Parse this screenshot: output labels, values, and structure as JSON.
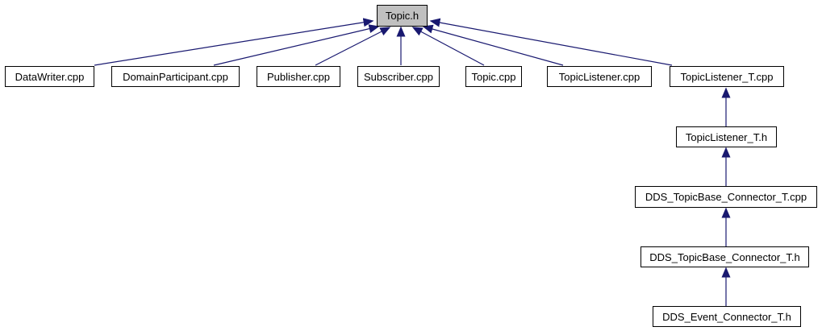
{
  "diagram": {
    "type": "include-dependency-graph",
    "root": "Topic.h",
    "nodes": {
      "topic_h": {
        "label": "Topic.h"
      },
      "datawriter_cpp": {
        "label": "DataWriter.cpp"
      },
      "domainparticipant_cpp": {
        "label": "DomainParticipant.cpp"
      },
      "publisher_cpp": {
        "label": "Publisher.cpp"
      },
      "subscriber_cpp": {
        "label": "Subscriber.cpp"
      },
      "topic_cpp": {
        "label": "Topic.cpp"
      },
      "topiclistener_cpp": {
        "label": "TopicListener.cpp"
      },
      "topiclistener_t_cpp": {
        "label": "TopicListener_T.cpp"
      },
      "topiclistener_t_h": {
        "label": "TopicListener_T.h"
      },
      "dds_topicbase_connector_t_cpp": {
        "label": "DDS_TopicBase_Connector_T.cpp"
      },
      "dds_topicbase_connector_t_h": {
        "label": "DDS_TopicBase_Connector_T.h"
      },
      "dds_event_connector_t_h": {
        "label": "DDS_Event_Connector_T.h"
      }
    },
    "edges": [
      {
        "from": "DataWriter.cpp",
        "to": "Topic.h"
      },
      {
        "from": "DomainParticipant.cpp",
        "to": "Topic.h"
      },
      {
        "from": "Publisher.cpp",
        "to": "Topic.h"
      },
      {
        "from": "Subscriber.cpp",
        "to": "Topic.h"
      },
      {
        "from": "Topic.cpp",
        "to": "Topic.h"
      },
      {
        "from": "TopicListener.cpp",
        "to": "Topic.h"
      },
      {
        "from": "TopicListener_T.cpp",
        "to": "Topic.h"
      },
      {
        "from": "TopicListener_T.h",
        "to": "TopicListener_T.cpp"
      },
      {
        "from": "DDS_TopicBase_Connector_T.cpp",
        "to": "TopicListener_T.h"
      },
      {
        "from": "DDS_TopicBase_Connector_T.h",
        "to": "DDS_TopicBase_Connector_T.cpp"
      },
      {
        "from": "DDS_Event_Connector_T.h",
        "to": "DDS_TopicBase_Connector_T.h"
      }
    ]
  },
  "colors": {
    "edge": "#191970",
    "root_fill": "#c0c0c0",
    "node_fill": "#ffffff",
    "node_border": "#000000",
    "text": "#000000",
    "background": "#ffffff"
  }
}
